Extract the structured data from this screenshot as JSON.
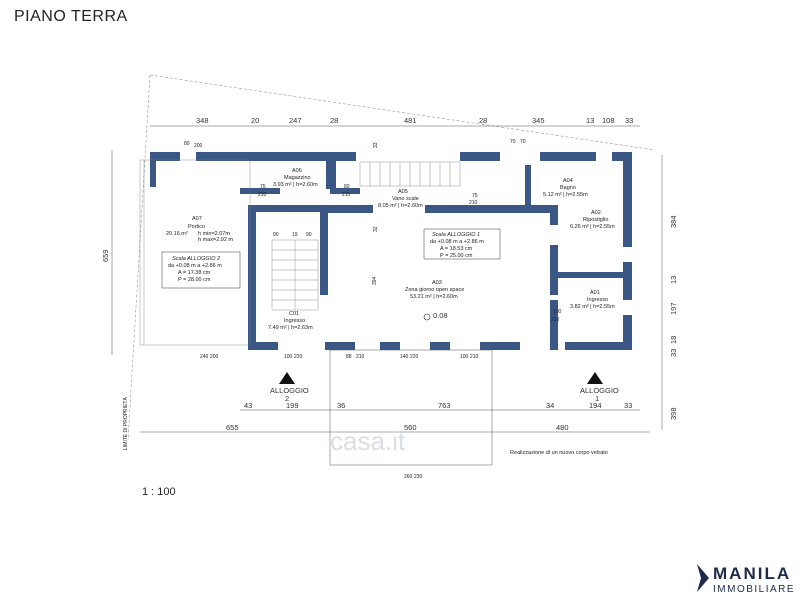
{
  "page_title": "PIANO TERRA",
  "scale": "1 : 100",
  "logo": {
    "brand": "MANILA",
    "sub": "IMMOBILIARE"
  },
  "watermark": "casa.it",
  "top_dims": [
    "348",
    "20",
    "247",
    "28",
    "481",
    "28",
    "345",
    "13",
    "108",
    "33"
  ],
  "right_dims": [
    "384",
    "13",
    "197",
    "18",
    "33",
    "398"
  ],
  "left_dim": "659",
  "bottom_dims_1": [
    "43",
    "199",
    "36",
    "763",
    "34",
    "194",
    "33"
  ],
  "bottom_dims_2": [
    "655",
    "560",
    "480"
  ],
  "rooms": {
    "a07": {
      "code": "A07",
      "name": "Portico",
      "area": "20.16 m²",
      "h1": "h min=2.07m",
      "h2": "h max=2.92 m"
    },
    "a06": {
      "code": "A06",
      "name": "Magazzino",
      "info": "3.93 m² | h=2.60m"
    },
    "a05": {
      "code": "A05",
      "name": "Vano scale",
      "info": "8.05 m² | h=2.60m"
    },
    "a04": {
      "code": "A04",
      "name": "Bagno",
      "info": "5.12 m² | h=2.55m"
    },
    "a02": {
      "code": "A02",
      "name": "Ripostiglio",
      "info": "6.26 m² | h=2.55m"
    },
    "a03": {
      "code": "A03",
      "name": "Zona giorno open space",
      "info": "53.21 m² | h=2.60m"
    },
    "a01": {
      "code": "A01",
      "name": "Ingresso",
      "info": "3.82 m² | h=2.55m"
    },
    "c01": {
      "code": "C01",
      "name": "Ingresso",
      "info": "7.49 m² | h=2.63m"
    }
  },
  "scale2": {
    "title": "Scala ALLOGGIO 2",
    "l1": "da +0.08 m a +2.86 m",
    "l2": "A = 17.38 cm",
    "l3": "P = 28.00 cm"
  },
  "scale1": {
    "title": "Scala ALLOGGIO 1",
    "l1": "da +0.08 m a +2.86 m",
    "l2": "A = 18.53 cm",
    "l3": "P = 25.00 cm"
  },
  "level": "0.08",
  "alloggio2": {
    "l1": "ALLOGGIO",
    "l2": "2"
  },
  "alloggio1": {
    "l1": "ALLOGGIO",
    "l2": "1"
  },
  "note": "Realizzazione di un nuovo corpo vetrato",
  "limit": "LIMITE DI PROPRIETÀ",
  "openings": {
    "o1": "80",
    "o1b": "200",
    "o2": "75",
    "o2b": "210",
    "o3": "80",
    "o3b": "210",
    "o4": "75",
    "o4b": "210",
    "o5": "100",
    "o5b": "210",
    "o6": "70",
    "o6b": "70",
    "o7": "240",
    "o7b": "200",
    "o8": "100",
    "o8b": "220",
    "o9": "88",
    "o9b": "210",
    "o10": "140",
    "o10b": "220",
    "o11": "100",
    "o11b": "210",
    "o12": "260",
    "o12b": "230",
    "o13": "90",
    "o14": "19",
    "o15": "90",
    "o16": "394",
    "o17": "33",
    "o18": "32"
  }
}
